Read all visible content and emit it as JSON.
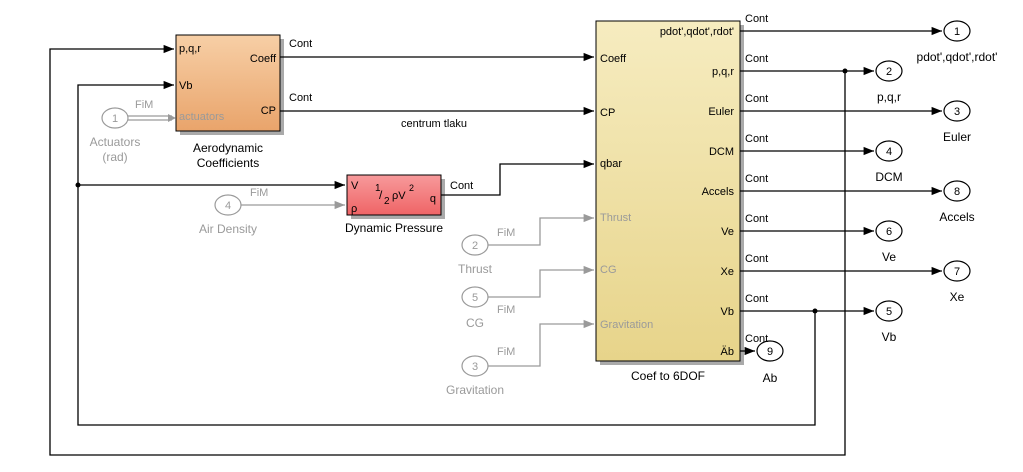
{
  "colors": {
    "aero_fill": "#f0b985",
    "dyn_fill": "#f47a7c",
    "coef_fill": "#f0e2a6",
    "inactive": "#9a9a9a",
    "line": "#000000"
  },
  "blocks": {
    "aero": {
      "caption_line1": "Aerodynamic",
      "caption_line2": "Coefficients",
      "in_pqr": "p,q,r",
      "in_vb": "Vb",
      "in_act": "actuators",
      "out_coeff": "Coeff",
      "out_cp": "CP"
    },
    "dyn": {
      "caption": "Dynamic Pressure",
      "in_v": "V",
      "in_rho": "ρ",
      "out_q": "q"
    },
    "coef": {
      "caption": "Coef to 6DOF",
      "in_coeff": "Coeff",
      "in_cp": "CP",
      "in_qbar": "qbar",
      "in_thrust": "Thrust",
      "in_cg": "CG",
      "in_grav": "Gravitation",
      "out_pdot": "pdot',qdot',rdot'",
      "out_pqr": "p,q,r",
      "out_euler": "Euler",
      "out_dcm": "DCM",
      "out_accels": "Accels",
      "out_ve": "Ve",
      "out_xe": "Xe",
      "out_vb": "Vb",
      "out_ab": "Äb"
    }
  },
  "inports": [
    {
      "num": "1",
      "label_line1": "Actuators",
      "label_line2": "(rad)"
    },
    {
      "num": "4",
      "label_line1": "Air Density"
    },
    {
      "num": "2",
      "label_line1": "Thrust"
    },
    {
      "num": "5",
      "label_line1": "CG"
    },
    {
      "num": "3",
      "label_line1": "Gravitation"
    }
  ],
  "outports": [
    {
      "num": "1",
      "label": "pdot',qdot',rdot'"
    },
    {
      "num": "2",
      "label": "p,q,r"
    },
    {
      "num": "3",
      "label": "Euler"
    },
    {
      "num": "4",
      "label": "DCM"
    },
    {
      "num": "8",
      "label": "Accels"
    },
    {
      "num": "6",
      "label": "Ve"
    },
    {
      "num": "7",
      "label": "Xe"
    },
    {
      "num": "5",
      "label": "Vb"
    },
    {
      "num": "9",
      "label": "Ab"
    }
  ],
  "signals": {
    "cont": "Cont",
    "fim": "FiM",
    "centrum": "centrum tlaku"
  }
}
